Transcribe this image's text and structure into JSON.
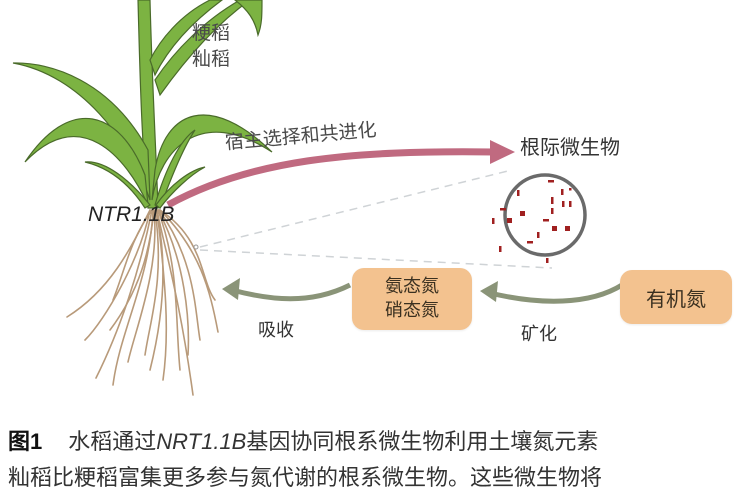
{
  "diagram": {
    "plant": {
      "varieties": [
        "粳稻",
        "籼稻"
      ],
      "gene_label": "NTR1.1B"
    },
    "arrows": {
      "host_selection": "宿主选择和共进化",
      "absorption": "吸收",
      "mineralization": "矿化"
    },
    "microbes": {
      "title": "根际微生物"
    },
    "boxes": {
      "inorganic_nitrogen": [
        "氨态氮",
        "硝态氮"
      ],
      "organic_nitrogen": "有机氮"
    },
    "colors": {
      "leaf_green": "#7cb342",
      "leaf_outline": "#4a6b2a",
      "root_brown": "#b89a7a",
      "host_arrow": "#c06a80",
      "flow_arrow": "#8a9478",
      "box_fill": "#f3c28f",
      "microbe_dot": "#a02020",
      "circle_stroke": "#6a6a6a"
    }
  },
  "caption": {
    "figure_label": "图1",
    "line1_pre": "水稻通过",
    "line1_gene": "NRT1.1B",
    "line1_post": "基因协同根系微生物利用土壤氮元素",
    "line2": "籼稻比粳稻富集更多参与氮代谢的根系微生物。这些微生物将"
  }
}
